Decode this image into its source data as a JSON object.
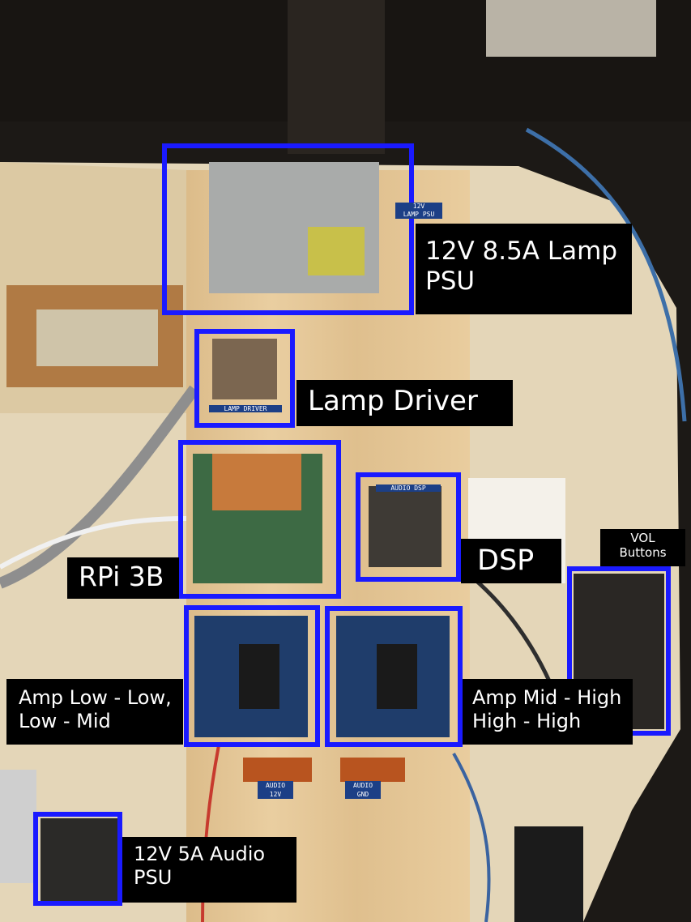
{
  "labels": {
    "lamp_psu": "12V 8.5A Lamp\nPSU",
    "lamp_driver": "Lamp Driver",
    "dsp": "DSP",
    "rpi": "RPi 3B",
    "vol_buttons": "VOL\nButtons",
    "amp_low": "Amp Low - Low,\nLow - Mid",
    "amp_mid": "Amp Mid - High\nHigh - High",
    "audio_psu": "12V 5A Audio\nPSU"
  },
  "board_labels": {
    "lamp_psu_tag": "12V\nLAMP PSU",
    "lamp_driver_tag": "LAMP DRIVER",
    "dsp_tag": "AUDIO DSP",
    "audio_12v_tag": "AUDIO\n12V",
    "audio_gnd_tag": "AUDIO\nGND"
  },
  "colors": {
    "highlight": "#1a1aff",
    "label_bg": "#000000",
    "label_text": "#ffffff",
    "plywood": "#e3c79a",
    "panel": "#e9dcc0"
  }
}
